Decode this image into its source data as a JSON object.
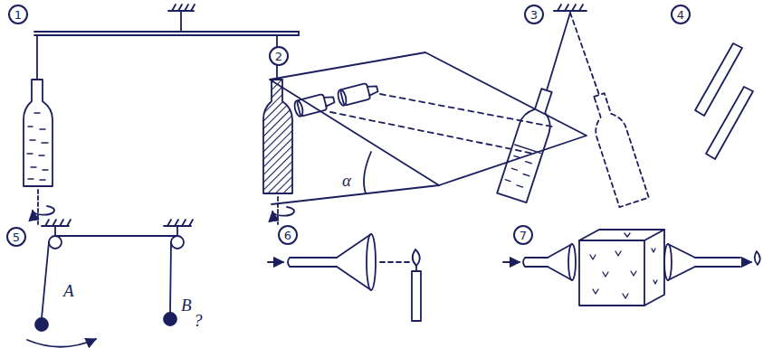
{
  "diagram": {
    "nodes": [
      {
        "text": [
          "1"
        ]
      },
      {
        "text": [
          "2"
        ]
      },
      {
        "text": [
          "3"
        ]
      },
      {
        "text": [
          "4"
        ]
      },
      {
        "text": [
          "5"
        ]
      },
      {
        "text": [
          "6"
        ]
      },
      {
        "text": [
          "7"
        ]
      }
    ],
    "labels": [
      "α",
      "A",
      "B",
      "?"
    ]
  }
}
